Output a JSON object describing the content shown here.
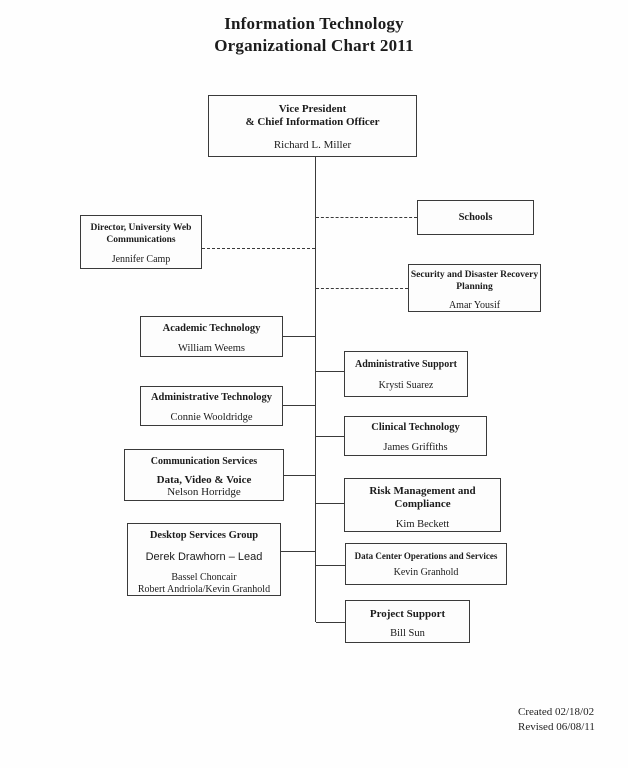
{
  "page": {
    "title_line1": "Information Technology",
    "title_line2": "Organizational Chart 2011",
    "footer_created": "Created 02/18/02",
    "footer_revised": "Revised 06/08/11"
  },
  "org": {
    "root": {
      "heading1": "Vice President",
      "heading2": "& Chief  Information Officer",
      "name": "Richard L. Miller"
    },
    "director_web": {
      "heading1": "Director, University Web",
      "heading2": "Communications",
      "name": "Jennifer Camp"
    },
    "schools": {
      "heading": "Schools"
    },
    "security": {
      "heading1": "Security and Disaster Recovery",
      "heading2": "Planning",
      "name": "Amar Yousif"
    },
    "academic": {
      "heading": "Academic Technology",
      "name": "William Weems"
    },
    "admin_tech": {
      "heading": "Administrative Technology",
      "name": "Connie Wooldridge"
    },
    "comm_services": {
      "heading": "Communication Services",
      "subheading": "Data, Video & Voice",
      "name": "Nelson Horridge"
    },
    "desktop": {
      "heading": "Desktop Services Group",
      "lead": "Derek Drawhorn – Lead",
      "staff1": "Bassel Choncair",
      "staff2": "Robert Andriola/Kevin Granhold"
    },
    "admin_support": {
      "heading": "Administrative Support",
      "name": "Krysti Suarez"
    },
    "clinical": {
      "heading": "Clinical Technology",
      "name": "James Griffiths"
    },
    "risk": {
      "heading1": "Risk Management and",
      "heading2": "Compliance",
      "name": "Kim Beckett"
    },
    "datacenter": {
      "heading": "Data Center Operations and Services",
      "name": "Kevin Granhold"
    },
    "project": {
      "heading": "Project Support",
      "name": "Bill Sun"
    }
  }
}
